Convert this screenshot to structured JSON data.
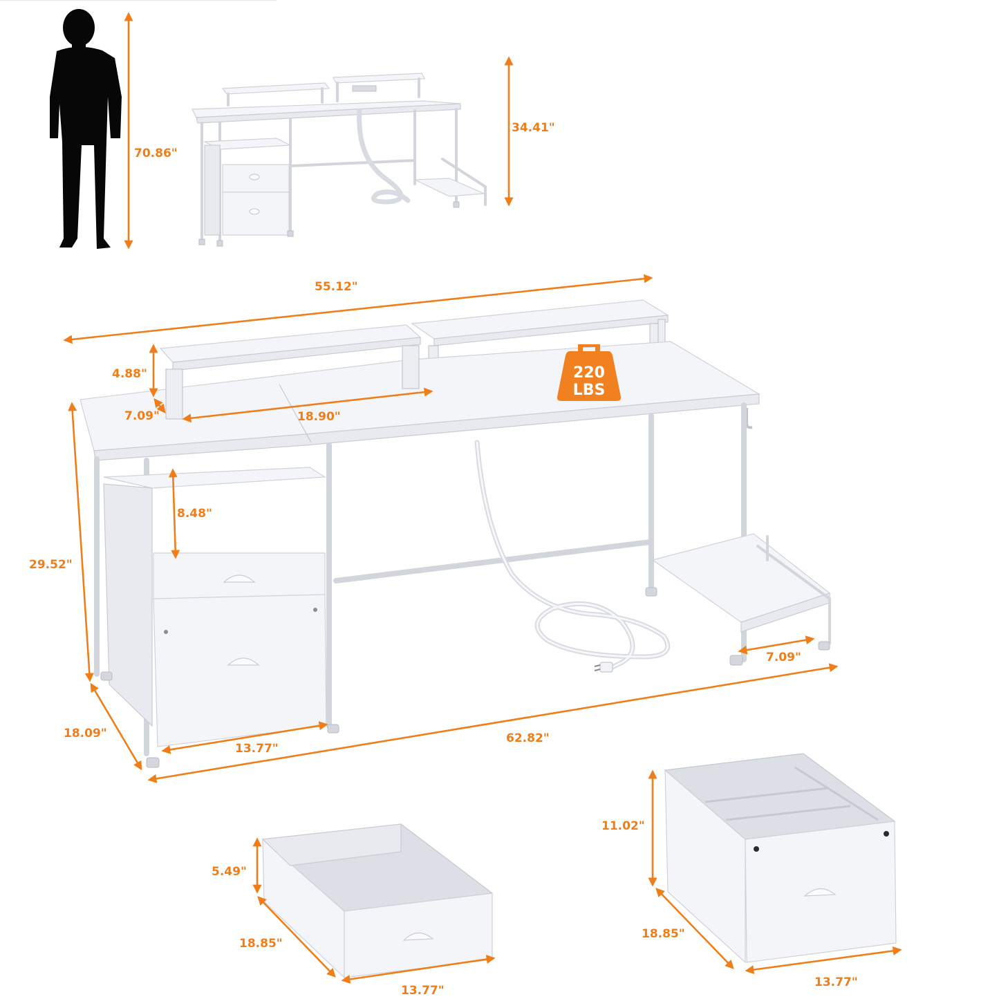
{
  "product": "Computer desk with monitor stands, file drawers and power outlet",
  "accent_color": "#ef7d18",
  "reference": {
    "icon": "person-silhouette",
    "height_label": "70.86\""
  },
  "small_view": {
    "height_label": "34.41\""
  },
  "main_view": {
    "top_width_label": "55.12\"",
    "riser_height_label": "4.88\"",
    "riser_depth_label": "7.09\"",
    "riser_width_label": "18.90\"",
    "desk_height_label": "29.52\"",
    "shelf_clearance_label": "8.48\"",
    "depth_label": "18.09\"",
    "cabinet_width_label": "13.77\"",
    "total_width_label": "62.82\"",
    "cpu_stand_width_label": "7.09\"",
    "load_badge": {
      "icon": "weight-icon",
      "line1": "220",
      "line2": "LBS"
    }
  },
  "small_drawer": {
    "height_label": "5.49\"",
    "depth_label": "18.85\"",
    "width_label": "13.77\""
  },
  "file_drawer": {
    "height_label": "11.02\"",
    "depth_label": "18.85\"",
    "width_label": "13.77\""
  }
}
